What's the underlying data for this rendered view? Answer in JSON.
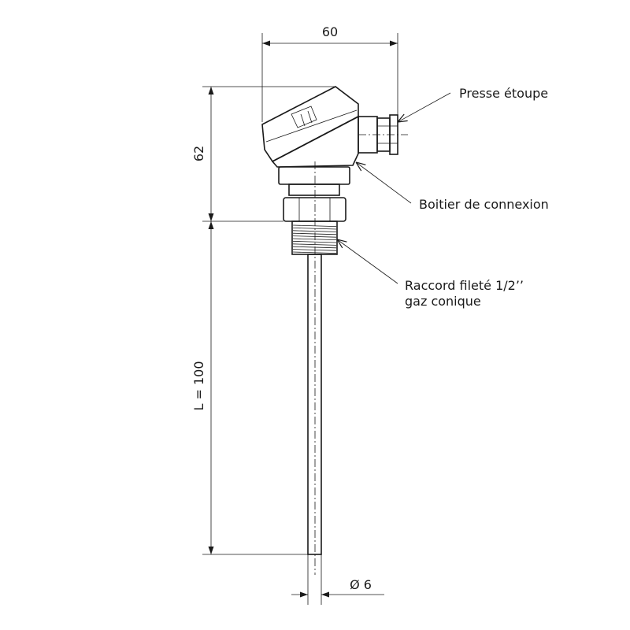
{
  "labels": {
    "cable_gland": "Presse étoupe",
    "connection_head": "Boitier de connexion",
    "fitting_line1": "Raccord fileté 1/2’’",
    "fitting_line2": "gaz conique"
  },
  "dimensions": {
    "head_width": "60",
    "head_height": "62",
    "length": "L = 100",
    "diameter": "Ø 6"
  },
  "colors": {
    "stroke": "#1a1a1a",
    "background": "#ffffff"
  }
}
